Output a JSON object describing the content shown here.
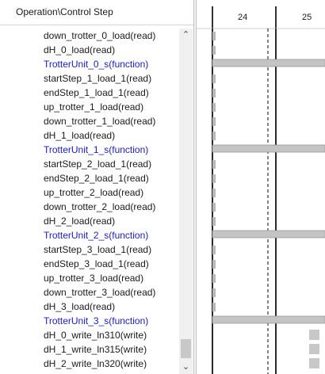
{
  "header": {
    "column_title": "Operation\\Control Step"
  },
  "steps": [
    "24",
    "25"
  ],
  "operations": [
    {
      "label": "down_trotter_0_load(read)",
      "kind": "read"
    },
    {
      "label": "dH_0_load(read)",
      "kind": "read"
    },
    {
      "label": "TrotterUnit_0_s(function)",
      "kind": "function"
    },
    {
      "label": "startStep_1_load_1(read)",
      "kind": "read"
    },
    {
      "label": "endStep_1_load_1(read)",
      "kind": "read"
    },
    {
      "label": "up_trotter_1_load(read)",
      "kind": "read"
    },
    {
      "label": "down_trotter_1_load(read)",
      "kind": "read"
    },
    {
      "label": "dH_1_load(read)",
      "kind": "read"
    },
    {
      "label": "TrotterUnit_1_s(function)",
      "kind": "function"
    },
    {
      "label": "startStep_2_load_1(read)",
      "kind": "read"
    },
    {
      "label": "endStep_2_load_1(read)",
      "kind": "read"
    },
    {
      "label": "up_trotter_2_load(read)",
      "kind": "read"
    },
    {
      "label": "down_trotter_2_load(read)",
      "kind": "read"
    },
    {
      "label": "dH_2_load(read)",
      "kind": "read"
    },
    {
      "label": "TrotterUnit_2_s(function)",
      "kind": "function"
    },
    {
      "label": "startStep_3_load_1(read)",
      "kind": "read"
    },
    {
      "label": "endStep_3_load_1(read)",
      "kind": "read"
    },
    {
      "label": "up_trotter_3_load(read)",
      "kind": "read"
    },
    {
      "label": "down_trotter_3_load(read)",
      "kind": "read"
    },
    {
      "label": "dH_3_load(read)",
      "kind": "read"
    },
    {
      "label": "TrotterUnit_3_s(function)",
      "kind": "function"
    },
    {
      "label": "dH_0_write_ln310(write)",
      "kind": "write"
    },
    {
      "label": "dH_1_write_ln315(write)",
      "kind": "write"
    },
    {
      "label": "dH_2_write_ln320(write)",
      "kind": "write"
    }
  ],
  "scrollbar": {
    "up_arrow": "⌃",
    "down_arrow": "⌄"
  },
  "colors": {
    "function_text": "#1a1acc",
    "bar": "#c8c8c8",
    "bar_dark": "#a8a8a8"
  }
}
